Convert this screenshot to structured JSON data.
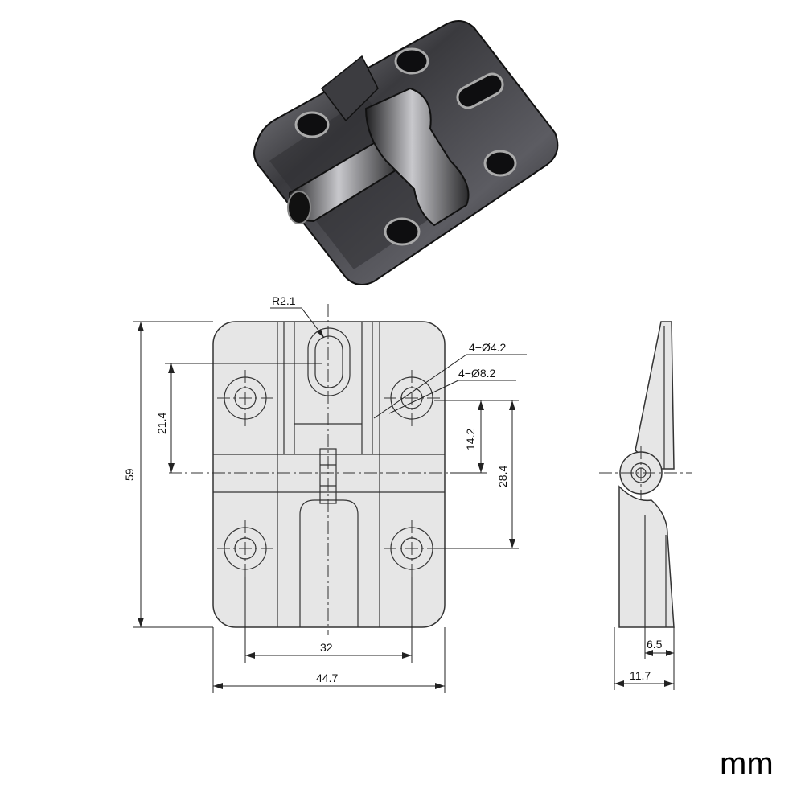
{
  "labels": {
    "radius": "R2.1",
    "small_holes": "4−Ø4.2",
    "large_holes": "4−Ø8.2",
    "height_total": "59",
    "height_slot": "21.4",
    "height_14": "14.2",
    "height_28": "28.4",
    "width_holes": "32",
    "width_total": "44.7",
    "thick_6": "6.5",
    "thick_11": "11.7"
  },
  "unit": "mm",
  "colors": {
    "part_fill": "#e6e6e6",
    "line": "#333333",
    "metal_dark": "#2a2a2c",
    "metal_light": "#8a8a90"
  }
}
